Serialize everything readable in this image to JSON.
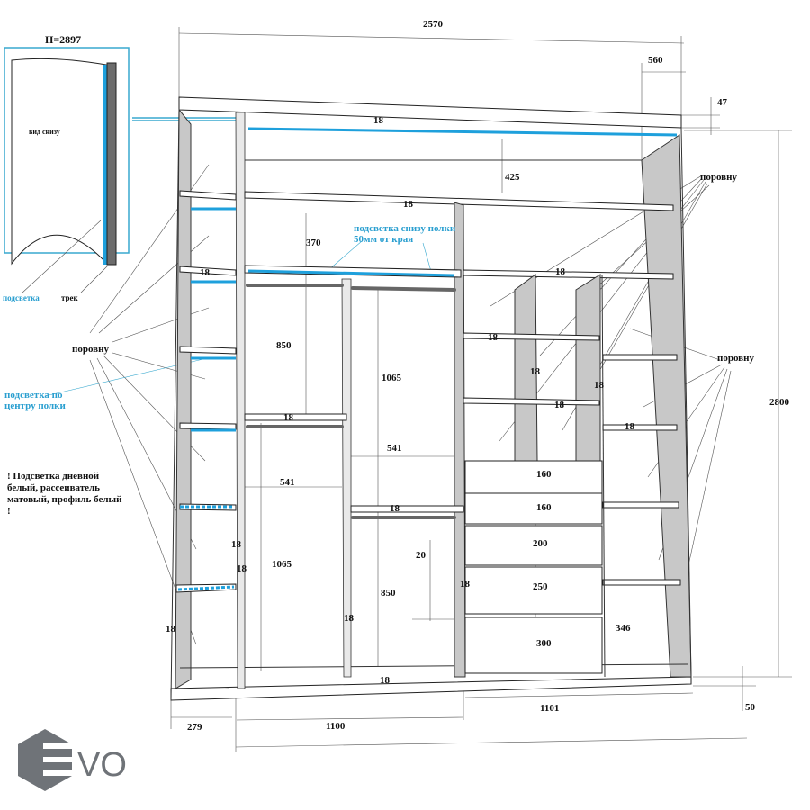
{
  "title_height": "H=2897",
  "inset": {
    "view_label": "вид снизу",
    "led_label": "подсветка",
    "track_label": "трек"
  },
  "notes": {
    "equal_left": "поровну",
    "equal_right_top": "поровну",
    "equal_right": "поровну",
    "led_center_1": "подсветка по",
    "led_center_2": "центру полки",
    "led_under_1": "подсветка снизу полки",
    "led_under_2": "50мм от края",
    "warning_1": "! Подсветка дневной",
    "warning_2": "белый, рассеиватель",
    "warning_3": "матовый, профиль белый",
    "warning_4": "!"
  },
  "dimensions": {
    "total_width": "2570",
    "depth": "560",
    "top_thickness": "47",
    "total_height": "2800",
    "plinth": "50",
    "left_width": "279",
    "middle_width": "1100",
    "right_width": "1101",
    "top_shelf": "18",
    "top_gap": "425",
    "hat_shelf": "18",
    "gap_370": "370",
    "rod_shelf_18": "18",
    "left_shelf_18": "18",
    "h850_a": "850",
    "h1065_a": "1065",
    "mid_shelf_18": "18",
    "w541_a": "541",
    "w541_b": "541",
    "h1065_b": "1065",
    "mid_shelf_18b": "18",
    "gap20": "20",
    "h850_b": "850",
    "part18_a": "18",
    "part18_b": "18",
    "part18_c": "18",
    "part18_d": "18",
    "bottom18": "18",
    "right_shelf18": "18",
    "r18_a": "18",
    "r18_b": "18",
    "r18_c": "18",
    "r18_d": "18",
    "r18_e": "18",
    "r18_f": "18",
    "drawer160_a": "160",
    "drawer160_b": "160",
    "drawer200": "200",
    "drawer250": "250",
    "drawer300": "300",
    "h346": "346"
  },
  "logo": {
    "text": "EVO",
    "color": "#6f7378"
  },
  "colors": {
    "led": "#1ea0dc",
    "annotation": "#2a9fd0"
  }
}
